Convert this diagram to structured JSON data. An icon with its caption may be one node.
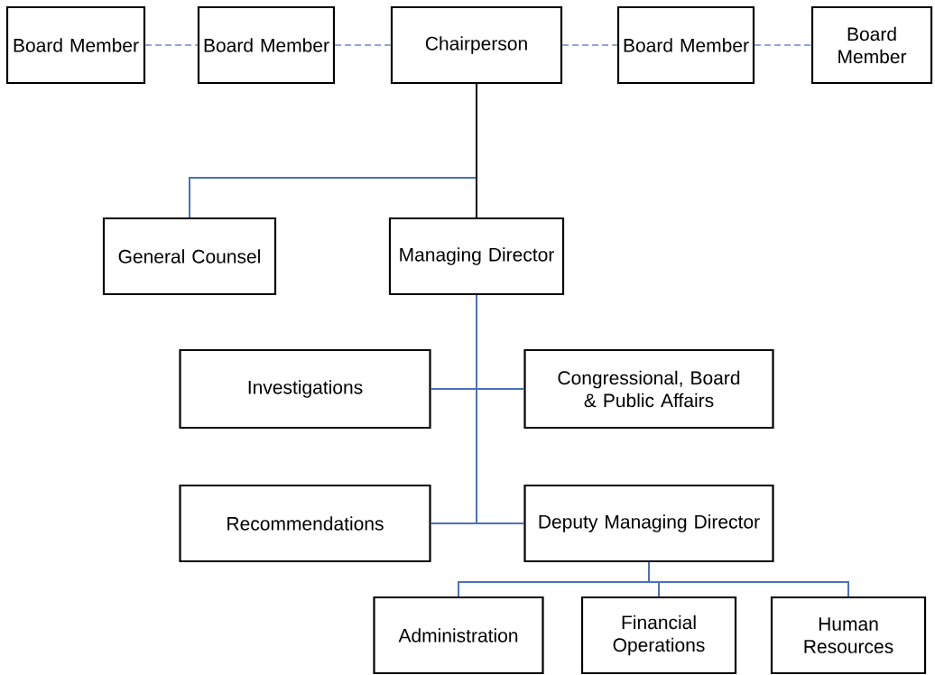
{
  "diagram": {
    "nodes": [
      {
        "text": [
          "Board Member"
        ]
      },
      {
        "text": [
          "Board Member"
        ]
      },
      {
        "text": [
          "Chairperson"
        ]
      },
      {
        "text": [
          "Board Member"
        ]
      },
      {
        "text": [
          "Board Member"
        ]
      },
      {
        "text": [
          "General Counsel"
        ]
      },
      {
        "text": [
          "Managing Director"
        ]
      },
      {
        "text": [
          "Investigations"
        ]
      },
      {
        "text": [
          "Congressional, Board & Public Affairs"
        ]
      },
      {
        "text": [
          "Recommendations"
        ]
      },
      {
        "text": [
          "Deputy Managing Director"
        ]
      },
      {
        "text": [
          "Administration"
        ]
      },
      {
        "text": [
          "Financial Operations"
        ]
      },
      {
        "text": [
          "Human Resources"
        ]
      }
    ],
    "edges": [
      {
        "from": 0,
        "to": 1,
        "arrow": "none",
        "style": "dashed",
        "color": "#8ea6d8"
      },
      {
        "from": 1,
        "to": 2,
        "arrow": "none",
        "style": "dashed",
        "color": "#8ea6d8"
      },
      {
        "from": 2,
        "to": 3,
        "arrow": "none",
        "style": "dashed",
        "color": "#8ea6d8"
      },
      {
        "from": 3,
        "to": 4,
        "arrow": "none",
        "style": "dashed",
        "color": "#8ea6d8"
      },
      {
        "from": 2,
        "to": 5,
        "arrow": "none"
      },
      {
        "from": 2,
        "to": 6,
        "arrow": "none",
        "color": "#000000"
      },
      {
        "from": 6,
        "to": 7,
        "arrow": "none"
      },
      {
        "from": 6,
        "to": 8,
        "arrow": "none"
      },
      {
        "from": 6,
        "to": 9,
        "arrow": "none"
      },
      {
        "from": 6,
        "to": 10,
        "arrow": "none"
      },
      {
        "from": 10,
        "to": 11,
        "arrow": "none"
      },
      {
        "from": 10,
        "to": 12,
        "arrow": "none"
      },
      {
        "from": 10,
        "to": 13,
        "arrow": "none"
      }
    ]
  }
}
